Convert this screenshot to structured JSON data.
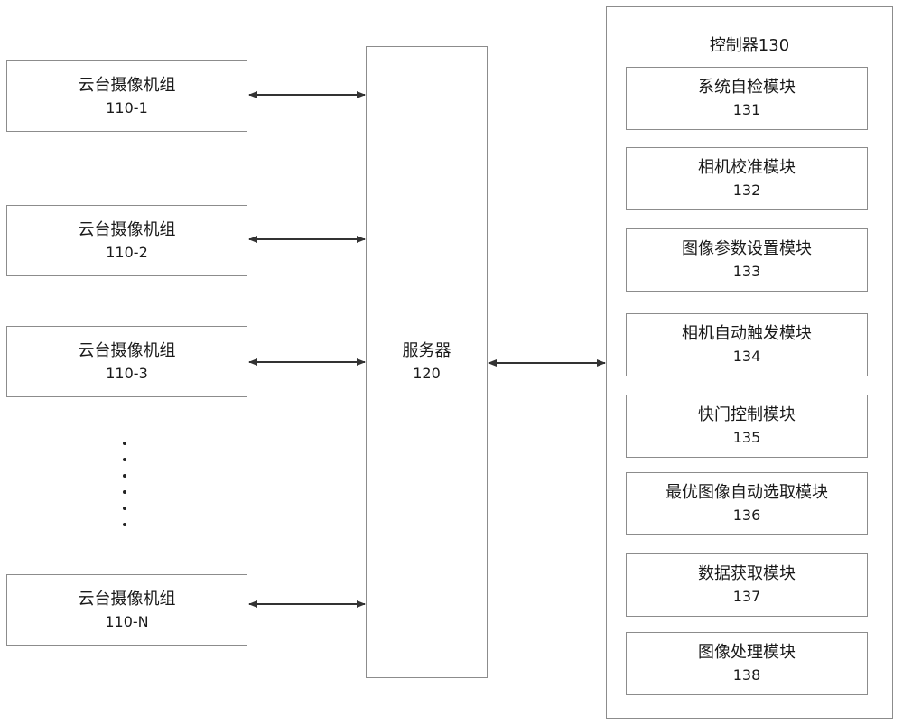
{
  "cameras": [
    {
      "title": "云台摄像机组",
      "id": "110-1"
    },
    {
      "title": "云台摄像机组",
      "id": "110-2"
    },
    {
      "title": "云台摄像机组",
      "id": "110-3"
    },
    {
      "title": "云台摄像机组",
      "id": "110-N"
    }
  ],
  "server": {
    "title": "服务器",
    "id": "120"
  },
  "controller": {
    "title": "控制器130",
    "modules": [
      {
        "title": "系统自检模块",
        "id": "131"
      },
      {
        "title": "相机校准模块",
        "id": "132"
      },
      {
        "title": "图像参数设置模块",
        "id": "133"
      },
      {
        "title": "相机自动触发模块",
        "id": "134"
      },
      {
        "title": "快门控制模块",
        "id": "135"
      },
      {
        "title": "最优图像自动选取模块",
        "id": "136"
      },
      {
        "title": "数据获取模块",
        "id": "137"
      },
      {
        "title": "图像处理模块",
        "id": "138"
      }
    ]
  },
  "colors": {
    "border": "#8c8c8c",
    "arrow": "#333333",
    "text": "#1a1a1a"
  }
}
